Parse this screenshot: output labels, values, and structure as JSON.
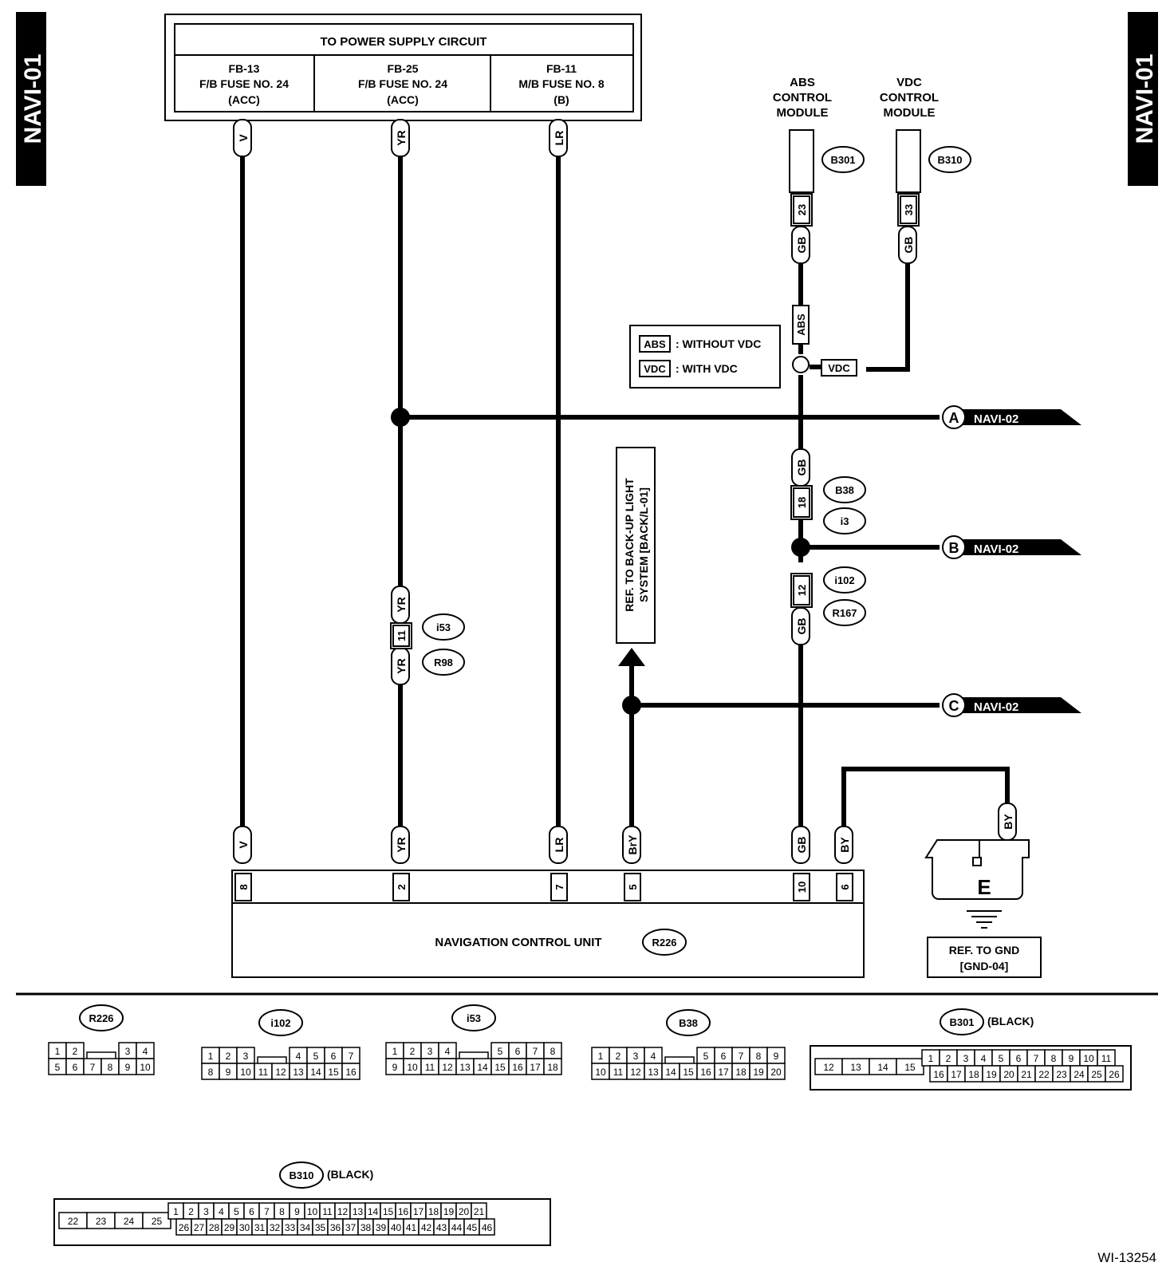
{
  "side_tabs": {
    "left": "NAVI-01",
    "right": "NAVI-01"
  },
  "power_supply": {
    "title": "TO POWER SUPPLY CIRCUIT",
    "fuses": [
      {
        "l1": "FB-13",
        "l2": "F/B FUSE NO. 24",
        "l3": "(ACC)"
      },
      {
        "l1": "FB-25",
        "l2": "F/B FUSE NO. 24",
        "l3": "(ACC)"
      },
      {
        "l1": "FB-11",
        "l2": "M/B FUSE NO. 8",
        "l3": "(B)"
      }
    ]
  },
  "modules": {
    "abs": {
      "l1": "ABS",
      "l2": "CONTROL",
      "l3": "MODULE",
      "conn": "B301",
      "pin": "23"
    },
    "vdc": {
      "l1": "VDC",
      "l2": "CONTROL",
      "l3": "MODULE",
      "conn": "B310",
      "pin": "33"
    }
  },
  "legend": {
    "abs_tag": "ABS",
    "abs_text": ": WITHOUT VDC",
    "vdc_tag": "VDC",
    "vdc_text": ": WITH VDC"
  },
  "wire_colors": {
    "v": "V",
    "yr": "YR",
    "lr": "LR",
    "gb": "GB",
    "bry": "BrY",
    "by": "BY",
    "abs": "ABS",
    "vdc": "VDC"
  },
  "connectors": {
    "b38": "B38",
    "i3": "i3",
    "pin18": "18",
    "i102": "i102",
    "r167": "R167",
    "pin12": "12",
    "i53": "i53",
    "r98": "R98",
    "pin11": "11"
  },
  "offpage": [
    {
      "letter": "A",
      "ref": "NAVI-02"
    },
    {
      "letter": "B",
      "ref": "NAVI-02"
    },
    {
      "letter": "C",
      "ref": "NAVI-02"
    }
  ],
  "backup_ref": {
    "l1": "REF. TO BACK-UP LIGHT",
    "l2": "SYSTEM [BACK/L-01]"
  },
  "ncu": {
    "title": "NAVIGATION CONTROL UNIT",
    "conn": "R226",
    "pins": [
      "8",
      "2",
      "7",
      "5",
      "10",
      "6"
    ]
  },
  "ground": {
    "letter": "E",
    "l1": "REF. TO GND",
    "l2": "[GND-04]"
  },
  "connector_views": {
    "r226": {
      "name": "R226",
      "top": [
        "1",
        "2",
        "3",
        "4"
      ],
      "bottom": [
        "5",
        "6",
        "7",
        "8",
        "9",
        "10"
      ]
    },
    "i102": {
      "name": "i102",
      "top": [
        "1",
        "2",
        "3",
        "4",
        "5",
        "6",
        "7"
      ],
      "bottom": [
        "8",
        "9",
        "10",
        "11",
        "12",
        "13",
        "14",
        "15",
        "16"
      ]
    },
    "i53": {
      "name": "i53",
      "top": [
        "1",
        "2",
        "3",
        "4",
        "5",
        "6",
        "7",
        "8"
      ],
      "bottom": [
        "9",
        "10",
        "11",
        "12",
        "13",
        "14",
        "15",
        "16",
        "17",
        "18"
      ]
    },
    "b38": {
      "name": "B38",
      "top": [
        "1",
        "2",
        "3",
        "4",
        "5",
        "6",
        "7",
        "8",
        "9"
      ],
      "bottom": [
        "10",
        "11",
        "12",
        "13",
        "14",
        "15",
        "16",
        "17",
        "18",
        "19",
        "20"
      ]
    },
    "b301": {
      "name": "B301",
      "color": "(BLACK)",
      "side": [
        "12",
        "13",
        "14",
        "15"
      ],
      "top": [
        "1",
        "2",
        "3",
        "4",
        "5",
        "6",
        "7",
        "8",
        "9",
        "10",
        "11"
      ],
      "bottom": [
        "16",
        "17",
        "18",
        "19",
        "20",
        "21",
        "22",
        "23",
        "24",
        "25",
        "26"
      ]
    },
    "b310": {
      "name": "B310",
      "color": "(BLACK)",
      "side": [
        "22",
        "23",
        "24",
        "25"
      ],
      "top": [
        "1",
        "2",
        "3",
        "4",
        "5",
        "6",
        "7",
        "8",
        "9",
        "10",
        "11",
        "12",
        "13",
        "14",
        "15",
        "16",
        "17",
        "18",
        "19",
        "20",
        "21"
      ],
      "bottom": [
        "26",
        "27",
        "28",
        "29",
        "30",
        "31",
        "32",
        "33",
        "34",
        "35",
        "36",
        "37",
        "38",
        "39",
        "40",
        "41",
        "42",
        "43",
        "44",
        "45",
        "46"
      ]
    }
  },
  "footer_code": "WI-13254"
}
